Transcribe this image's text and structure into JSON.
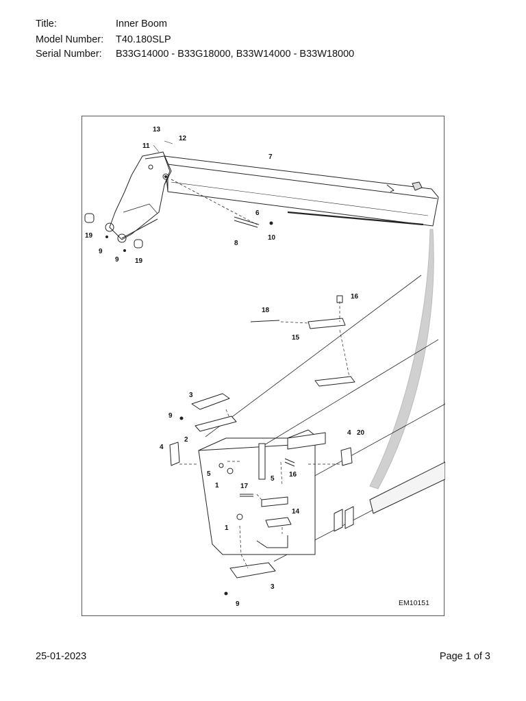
{
  "header": {
    "title_label": "Title:",
    "title_value": "Inner Boom",
    "model_label": "Model Number:",
    "model_value": "T40.180SLP",
    "serial_label": "Serial Number:",
    "serial_value": "B33G14000 - B33G18000, B33W14000 - B33W18000"
  },
  "diagram": {
    "drawing_code": "EM10151",
    "callouts": [
      "13",
      "12",
      "11",
      "7",
      "6",
      "8",
      "10",
      "19",
      "9",
      "9",
      "19",
      "16",
      "18",
      "15",
      "3",
      "9",
      "2",
      "4",
      "4",
      "20",
      "5",
      "1",
      "5",
      "16",
      "17",
      "14",
      "1",
      "3",
      "9"
    ]
  },
  "footer": {
    "date": "25-01-2023",
    "page": "Page 1 of 3"
  }
}
